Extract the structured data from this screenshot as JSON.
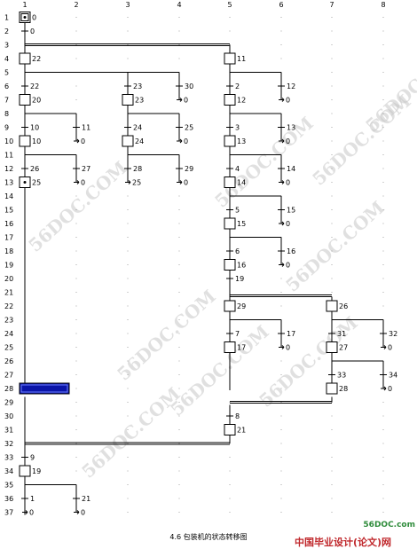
{
  "columns": [
    "1",
    "2",
    "3",
    "4",
    "5",
    "6",
    "7",
    "8"
  ],
  "rows": [
    "1",
    "2",
    "3",
    "4",
    "5",
    "6",
    "7",
    "8",
    "9",
    "10",
    "11",
    "12",
    "13",
    "14",
    "15",
    "16",
    "17",
    "18",
    "19",
    "20",
    "21",
    "22",
    "23",
    "24",
    "25",
    "26",
    "27",
    "28",
    "29",
    "30",
    "31",
    "32",
    "33",
    "34",
    "35",
    "36",
    "37"
  ],
  "steps": [
    "0",
    "22",
    "20",
    "10",
    "25",
    "11",
    "12",
    "13",
    "14",
    "15",
    "16",
    "23",
    "24",
    "29",
    "17",
    "26",
    "27",
    "28",
    "21",
    "19"
  ],
  "transitions": [
    "0",
    "22",
    "26",
    "30",
    "23",
    "11",
    "27",
    "28",
    "2",
    "3",
    "4",
    "5",
    "6",
    "7",
    "8",
    "9",
    "1",
    "12",
    "13",
    "14",
    "15",
    "16",
    "17",
    "19",
    "24",
    "25",
    "29",
    "31",
    "32",
    "33",
    "34",
    "21"
  ],
  "targets": [
    "0",
    "25"
  ],
  "watermark": "56DOC.COM",
  "caption": "4.6 包装机的状态转移图",
  "brand": "中国毕业设计(论文)网",
  "brand_logo": "56DOC.com",
  "highlight_color": "#0a14a8"
}
